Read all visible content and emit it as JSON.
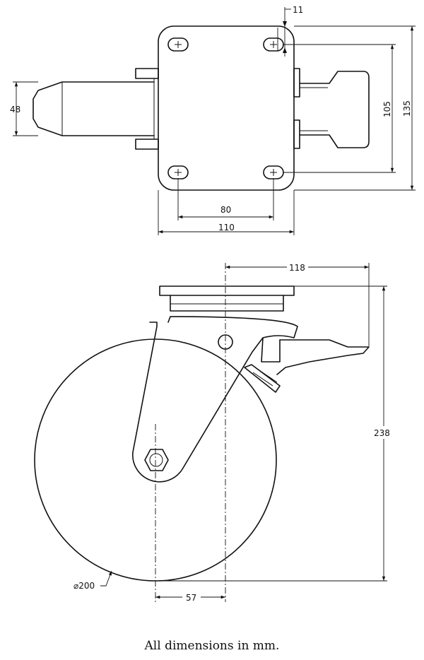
{
  "dimensions": {
    "offset": "11",
    "width_small": "48",
    "hole_spacing_v": "105",
    "plate_v": "135",
    "hole_spacing_h": "80",
    "plate_h": "110",
    "brake_reach": "118",
    "total_height": "238",
    "wheel_diameter": "⌀200",
    "swivel_offset": "57"
  },
  "caption": "All dimensions in mm."
}
